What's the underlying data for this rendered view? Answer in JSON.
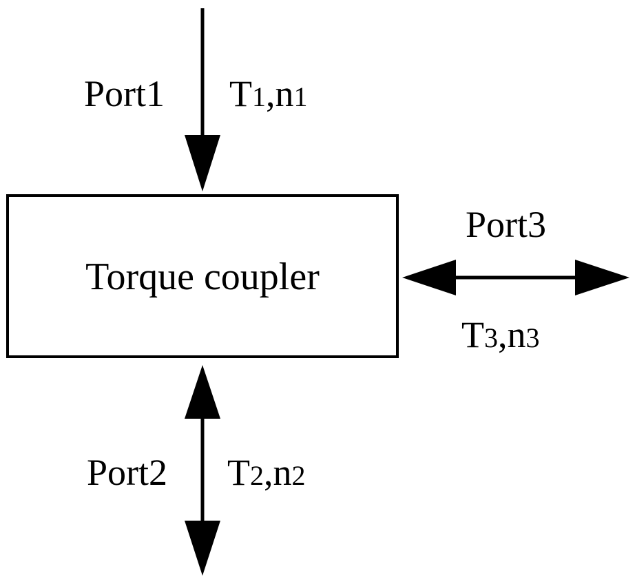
{
  "diagram": {
    "block": {
      "label": "Torque coupler"
    },
    "ports": [
      {
        "id": "port1",
        "name": "Port1",
        "torque_symbol": "T",
        "torque_sub": "1",
        "separator": ",",
        "speed_symbol": "n",
        "speed_sub": "1",
        "direction": "into block"
      },
      {
        "id": "port2",
        "name": "Port2",
        "torque_symbol": "T",
        "torque_sub": "2",
        "separator": ",",
        "speed_symbol": "n",
        "speed_sub": "2",
        "direction": "bidirectional"
      },
      {
        "id": "port3",
        "name": "Port3",
        "torque_symbol": "T",
        "torque_sub": "3",
        "separator": ",",
        "speed_symbol": "n",
        "speed_sub": "3",
        "direction": "bidirectional"
      }
    ],
    "colors": {
      "stroke": "#000000",
      "background": "#ffffff"
    }
  }
}
